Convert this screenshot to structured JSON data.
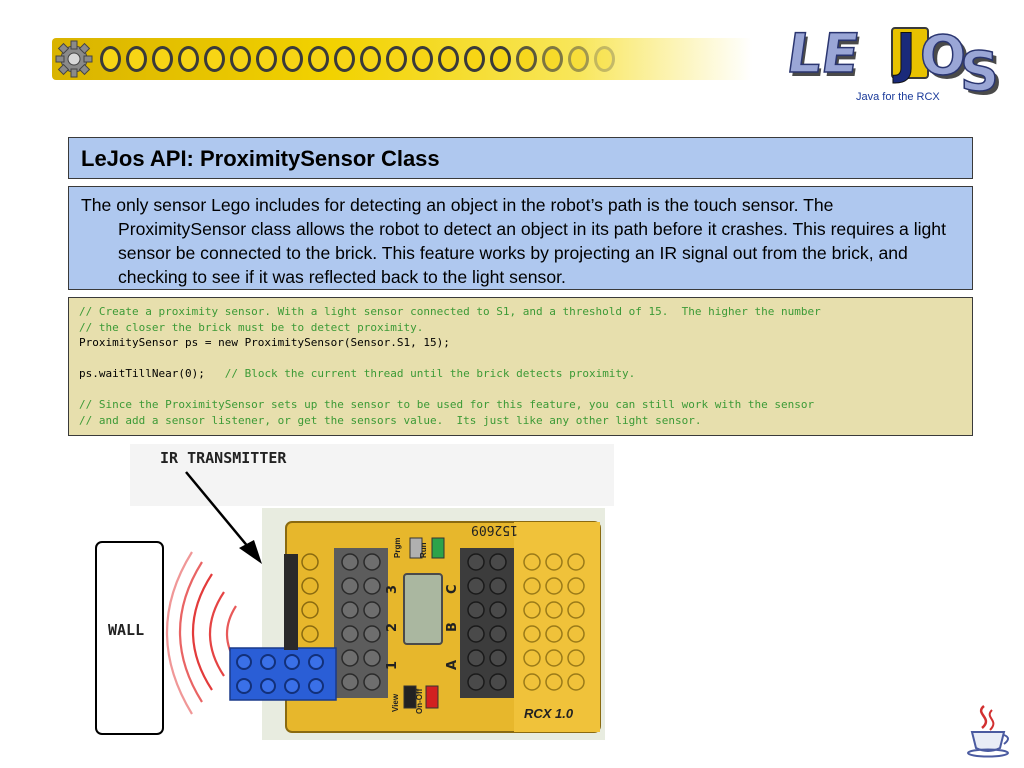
{
  "header": {
    "logo_tagline": "Java for the RCX",
    "stud_count": 20
  },
  "title": "LeJos API: ProximitySensor Class",
  "description": "The only sensor Lego includes for detecting an object in the robot’s path is the touch sensor.  The ProximitySensor class allows the robot to detect an object in its path before it crashes.   This requires a light sensor be connected to the brick.   This feature works by projecting an IR signal out from the brick, and checking to see if it was reflected back to the light sensor.",
  "code": {
    "line1": "// Create a proximity sensor. With a light sensor connected to S1, and a threshold of 15.  The higher the number",
    "line2": "// the closer the brick must be to detect proximity.",
    "line3": "ProximitySensor ps = new ProximitySensor(Sensor.S1, 15);",
    "line5_code": "ps.waitTillNear(0);   ",
    "line5_comment": "// Block the current thread until the brick detects proximity.",
    "line7": "// Since the ProximitySensor sets up the sensor to be used for this feature, you can still work with the sensor",
    "line8": "// and add a sensor listener, or get the sensors value.  Its just like any other light sensor."
  },
  "illustration": {
    "ir_label": "IR TRANSMITTER",
    "wall_label": "WALL",
    "brick_serial": "152609",
    "brick_model": "RCX 1.0",
    "button_prgm": "Prgm",
    "button_run": "Run",
    "button_view": "View",
    "button_onoff": "On-Off",
    "port_1": "1",
    "port_2": "2",
    "port_3": "3",
    "port_a": "A",
    "port_b": "B",
    "port_c": "C"
  },
  "colors": {
    "title_bg": "#afc8ef",
    "code_bg": "#e7dfad",
    "comment_green": "#3c9a36",
    "banner_yellow": "#f2d200"
  }
}
